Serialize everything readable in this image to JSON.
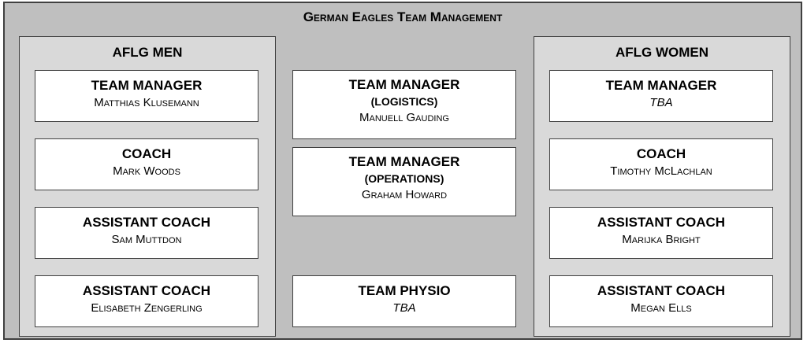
{
  "title": "German Eagles Team Management",
  "men": {
    "title": "AFLG MEN",
    "roles": [
      {
        "role": "TEAM MANAGER",
        "name": "Matthias Klusemann"
      },
      {
        "role": "COACH",
        "name": "Mark Woods"
      },
      {
        "role": "ASSISTANT COACH",
        "name": "Sam Muttdon"
      },
      {
        "role": "ASSISTANT COACH",
        "name": "Elisabeth Zengerling"
      }
    ]
  },
  "center": {
    "roles": [
      {
        "role": "TEAM MANAGER",
        "sub": "(LOGISTICS)",
        "name": "Manuell Gauding"
      },
      {
        "role": "TEAM MANAGER",
        "sub": "(OPERATIONS)",
        "name": "Graham Howard"
      },
      {
        "role": "TEAM PHYSIO",
        "name": "TBA"
      }
    ]
  },
  "women": {
    "title": "AFLG WOMEN",
    "roles": [
      {
        "role": "TEAM MANAGER",
        "name": "TBA"
      },
      {
        "role": "COACH",
        "name": "Timothy McLachlan"
      },
      {
        "role": "ASSISTANT COACH",
        "name": "Marijka Bright"
      },
      {
        "role": "ASSISTANT COACH",
        "name": "Megan Ells"
      }
    ]
  }
}
